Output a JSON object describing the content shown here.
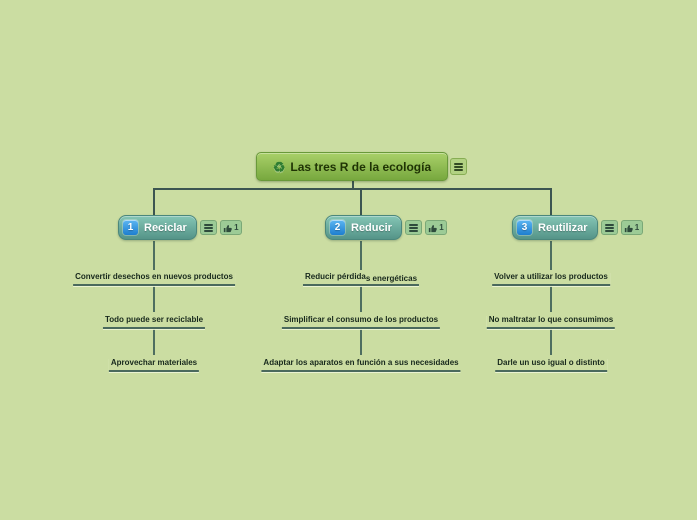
{
  "colors": {
    "bg": "#cbdda2",
    "line": "#3c5551",
    "subline": "#4e6e60",
    "root-top": "#a9d069",
    "root-bottom": "#77a83e",
    "root-border": "#69993a",
    "root-text": "#1f3304",
    "branch-top": "#84c5b5",
    "branch-bottom": "#559488",
    "branch-border": "#4b877c",
    "num-top": "#5cb6f2",
    "num-bottom": "#1e7ecf",
    "badge-bg": "#9ccb96",
    "badge-border": "#7aa877",
    "badge-glyph": "#2e4b3c",
    "root-badge-bg": "#b2d282",
    "root-badge-border": "#87ad54",
    "sub-text": "#17281c",
    "underline": "#4a695d"
  },
  "root": {
    "label": "Las tres R de la ecología",
    "icon": "recycle-icon",
    "recycle_glyph": "♻"
  },
  "branches": [
    {
      "number": "1",
      "label": "Reciclar",
      "likes": "1",
      "children": [
        {
          "label": "Convertir desechos en nuevos productos"
        },
        {
          "label": "Todo puede ser reciclable"
        },
        {
          "label": "Aprovechar materiales"
        }
      ]
    },
    {
      "number": "2",
      "label": "Reducir",
      "likes": "1",
      "children": [
        {
          "label": "Reducir pérdidas energéticas",
          "p1": "Reducir pérdida",
          "p2": "s energéticas"
        },
        {
          "label": "Simplificar el consumo de los productos"
        },
        {
          "label": "Adaptar los aparatos en función a sus necesidades"
        }
      ]
    },
    {
      "number": "3",
      "label": "Reutilizar",
      "likes": "1",
      "children": [
        {
          "label": "Volver a utilizar los productos"
        },
        {
          "label": "No maltratar lo que consumimos"
        },
        {
          "label": "Darle un uso igual o distinto"
        }
      ]
    }
  ]
}
